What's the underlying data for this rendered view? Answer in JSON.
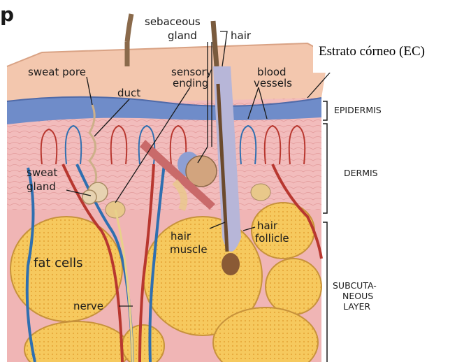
{
  "diagram": {
    "corner_fragment": "p",
    "callout": "Estrato córneo (EC)",
    "labels": {
      "sebaceous_1": "sebaceous",
      "sebaceous_2": "gland",
      "hair": "hair",
      "sweat_pore": "sweat pore",
      "duct": "duct",
      "sensory_1": "sensory",
      "sensory_2": "ending",
      "blood_1": "blood",
      "blood_2": "vessels",
      "sweat_gland_1": "sweat",
      "sweat_gland_2": "gland",
      "hair_muscle_1": "hair",
      "hair_muscle_2": "muscle",
      "hair_follicle_1": "hair",
      "hair_follicle_2": "follicle",
      "fat_cells": "fat cells",
      "nerve": "nerve"
    },
    "layers": {
      "epidermis": "EPIDERMIS",
      "dermis": "DERMIS",
      "subcutaneous_1": "SUBCUTA-",
      "subcutaneous_2": "NEOUS",
      "subcutaneous_3": "LAYER"
    },
    "colors": {
      "skin_surface": "#f3c7ae",
      "epidermis": "#6f8cc9",
      "dermis": "#f2bcbc",
      "fat": "#f4c65a",
      "artery": "#b8372f",
      "vein": "#2f6fb0"
    }
  }
}
